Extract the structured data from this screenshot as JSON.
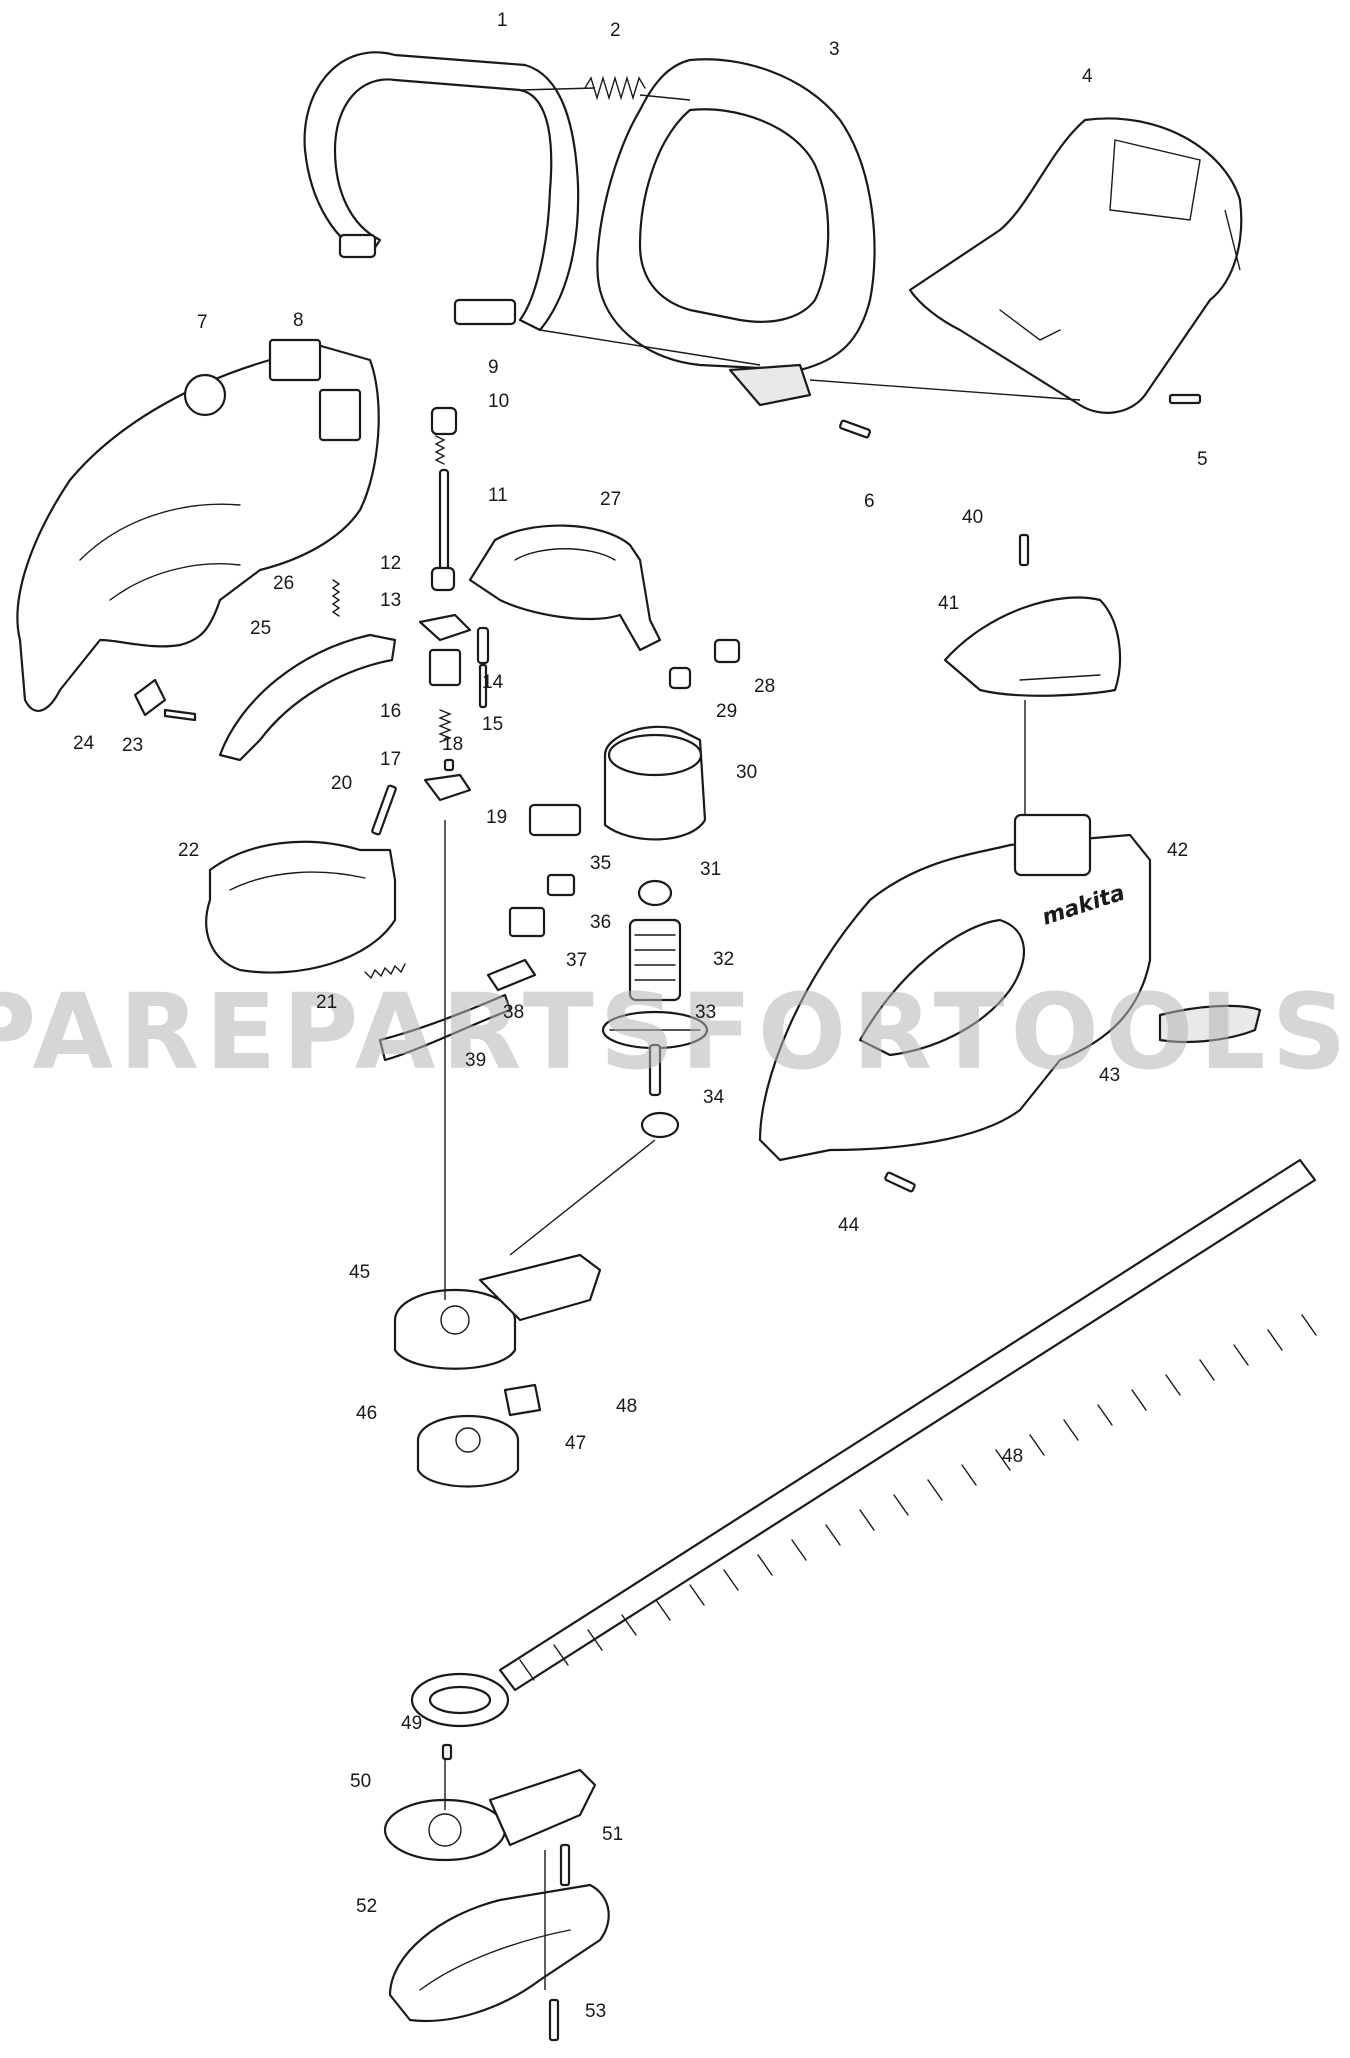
{
  "watermark": "PAREPARTSFORTOOLS.COM.A",
  "brand_logo": "makita",
  "part_labels": [
    "1",
    "2",
    "3",
    "4",
    "5",
    "6",
    "7",
    "8",
    "9",
    "10",
    "11",
    "12",
    "13",
    "14",
    "15",
    "16",
    "17",
    "18",
    "19",
    "20",
    "21",
    "22",
    "23",
    "24",
    "25",
    "26",
    "27",
    "28",
    "29",
    "30",
    "31",
    "32",
    "33",
    "34",
    "35",
    "36",
    "37",
    "38",
    "39",
    "40",
    "41",
    "42",
    "43",
    "44",
    "45",
    "46",
    "47",
    "48",
    "48",
    "49",
    "50",
    "51",
    "52",
    "53"
  ]
}
